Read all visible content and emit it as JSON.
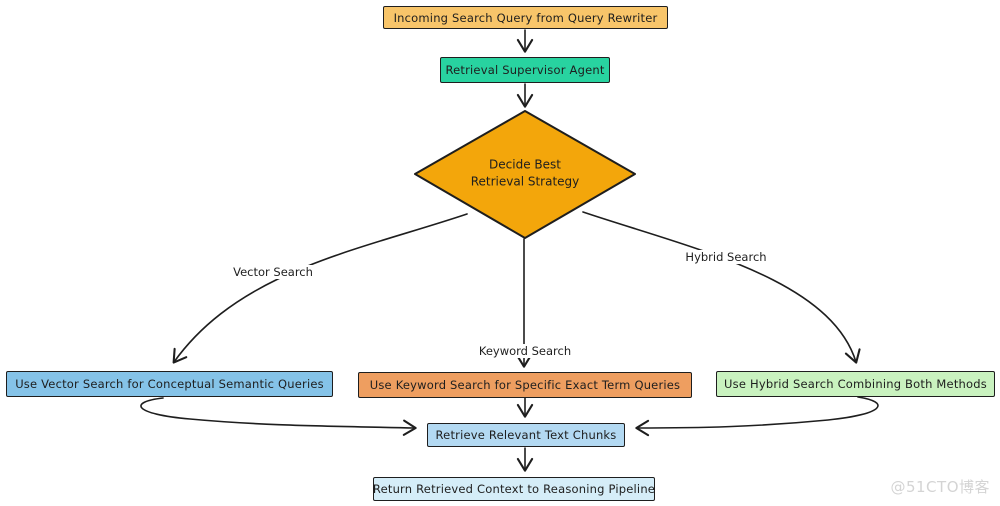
{
  "diagram": {
    "nodes": {
      "incoming": {
        "label": "Incoming Search Query from Query Rewriter",
        "fill": "#f8c56a"
      },
      "supervisor": {
        "label": "Retrieval Supervisor Agent",
        "fill": "#28d3a0"
      },
      "decide": {
        "label": "Decide Best\nRetrieval Strategy",
        "fill": "#f3a60b"
      },
      "vector": {
        "label": "Use Vector Search for Conceptual Semantic Queries",
        "fill": "#85c3e8"
      },
      "keyword": {
        "label": "Use Keyword Search for Specific Exact Term Queries",
        "fill": "#ee9e60"
      },
      "hybrid": {
        "label": "Use Hybrid Search Combining Both Methods",
        "fill": "#c9f2bf"
      },
      "retrieve": {
        "label": "Retrieve Relevant Text Chunks",
        "fill": "#b3d9f2"
      },
      "return": {
        "label": "Return Retrieved Context to Reasoning Pipeline",
        "fill": "#d5edf8"
      }
    },
    "edge_labels": {
      "vector": "Vector Search",
      "keyword": "Keyword Search",
      "hybrid": "Hybrid Search"
    },
    "stroke_color": "#1e1e1e"
  },
  "watermark": {
    "text": "@51CTO博客",
    "color": "#d4d4d4"
  }
}
